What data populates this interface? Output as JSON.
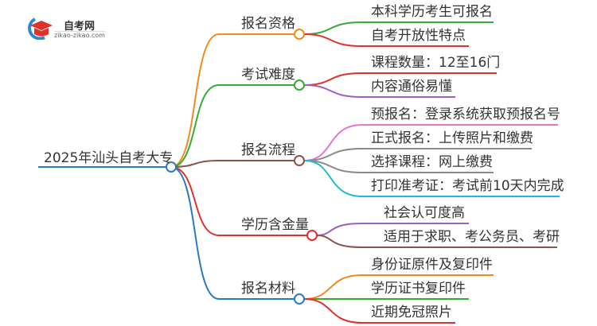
{
  "logo": {
    "name": "自考网",
    "url": "zikao-zikao.com"
  },
  "root": {
    "label": "2025年汕头自考大专",
    "color": "#2a7bc4"
  },
  "branches": [
    {
      "label": "报名资格",
      "color": "#f5891f",
      "leaves": [
        {
          "label": "本科学历考生可报名",
          "color": "#3aa935"
        },
        {
          "label": "自考开放性特点",
          "color": "#e0312d"
        }
      ]
    },
    {
      "label": "考试难度",
      "color": "#3aa935",
      "leaves": [
        {
          "label": "课程数量：12至16门",
          "color": "#e0312d"
        },
        {
          "label": "内容通俗易懂",
          "color": "#9b5fc8"
        }
      ]
    },
    {
      "label": "报名流程",
      "color": "#8a5446",
      "leaves": [
        {
          "label": "预报名：登录系统获取预报名号",
          "color": "#e876c8"
        },
        {
          "label": "正式报名：上传照片和缴费",
          "color": "#8a8a8a"
        },
        {
          "label": "选择课程：网上缴费",
          "color": "#8a8a8a"
        },
        {
          "label": "打印准考证：考试前10天内完成",
          "color": "#1dbcd4"
        }
      ]
    },
    {
      "label": "学历含金量",
      "color": "#e0312d",
      "leaves": [
        {
          "label": "社会认可度高",
          "color": "#9b5fc8"
        },
        {
          "label": "适用于求职、考公务员、考研",
          "color": "#8a5446"
        }
      ]
    },
    {
      "label": "报名材料",
      "color": "#2a7bc4",
      "leaves": [
        {
          "label": "身份证原件及复印件",
          "color": "#f5891f"
        },
        {
          "label": "学历证书复印件",
          "color": "#3aa935"
        },
        {
          "label": "近期免冠照片",
          "color": "#e0312d"
        }
      ]
    }
  ]
}
